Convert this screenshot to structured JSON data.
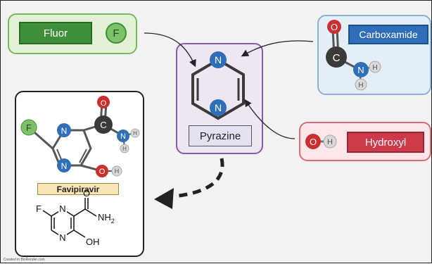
{
  "boxes": {
    "fluor": "Fluor",
    "carboxamide": "Carboxamide",
    "hydroxyl": "Hydroxyl",
    "pyrazine": "Pyrazine",
    "favipiravir": "Favipiravir"
  },
  "atoms": {
    "F": "F",
    "N": "N",
    "O": "O",
    "C": "C",
    "H": "H"
  },
  "skeletal": {
    "F": "F",
    "N": "N",
    "O": "O",
    "NH2": "NH",
    "NH2_sub": "2",
    "OH": "OH"
  },
  "credit": "Created in BioRender.com",
  "colors": {
    "fluor_green": "#3e8e3a",
    "carboxamide_blue": "#2e6eb8",
    "hydroxyl_red": "#cf3a4b",
    "pyrazine_purple": "#8a5aa6",
    "atom_N": "#2f6fb8",
    "atom_O": "#cc2f2f",
    "atom_C": "#3a3a3a",
    "atom_F": "#7dc26a",
    "atom_H": "#d9d9d9"
  }
}
